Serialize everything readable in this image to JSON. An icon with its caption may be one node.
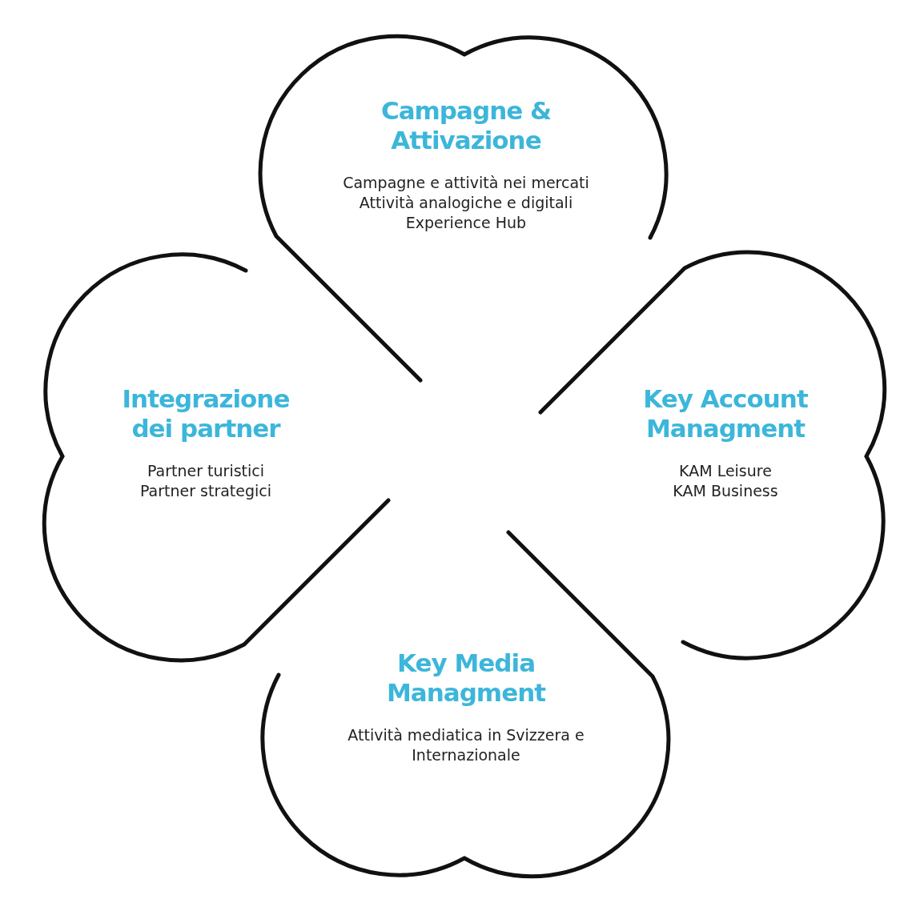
{
  "diagram": {
    "nodes": [
      {
        "text": [
          "Campagne & Attivazione",
          "Campagne e attività nei mercati",
          "Attività analogiche e digitali",
          "Experience Hub"
        ]
      },
      {
        "text": [
          "Key Account Managment",
          "KAM Leisure",
          "KAM Business"
        ]
      },
      {
        "text": [
          "Key Media Managment",
          "Attività mediatica in Svizzera e Internazionale"
        ]
      },
      {
        "text": [
          "Integrazione dei partner",
          "Partner turistici",
          "Partner strategici"
        ]
      }
    ]
  }
}
